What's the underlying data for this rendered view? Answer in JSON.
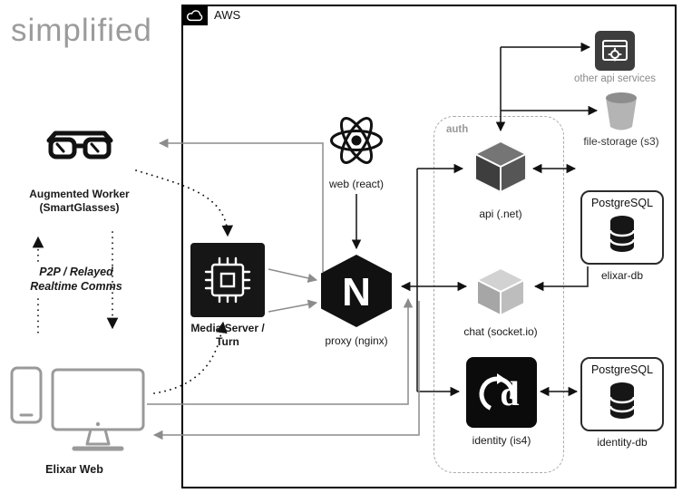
{
  "note": "simplified",
  "aws": {
    "label": "AWS"
  },
  "client": {
    "augmented_worker_line1": "Augmented Worker",
    "augmented_worker_line2": "(SmartGlasses)",
    "p2p_line1": "P2P / Relayed",
    "p2p_line2": "Realtime Comms",
    "elixar_web": "Elixar Web"
  },
  "nodes": {
    "media_server_line1": "Media Server /",
    "media_server_line2": "Turn",
    "web_react": "web (react)",
    "proxy_nginx": "proxy (nginx)",
    "nginx_letter": "N",
    "auth": "auth",
    "api": "api (.net)",
    "chat": "chat (socket.io)",
    "identity": "identity (is4)",
    "identity_logo_letter": "d",
    "other_api_services": "other api services",
    "file_storage": "file-storage (s3)",
    "elixar_db_brand": "PostgreSQL",
    "elixar_db": "elixar-db",
    "identity_db_brand": "PostgreSQL",
    "identity_db": "identity-db"
  },
  "colors": {
    "ink": "#111111",
    "gray_arrow": "#8c8c8c",
    "muted_text": "#8a8a8a",
    "client_gray": "#9a9a9a"
  }
}
